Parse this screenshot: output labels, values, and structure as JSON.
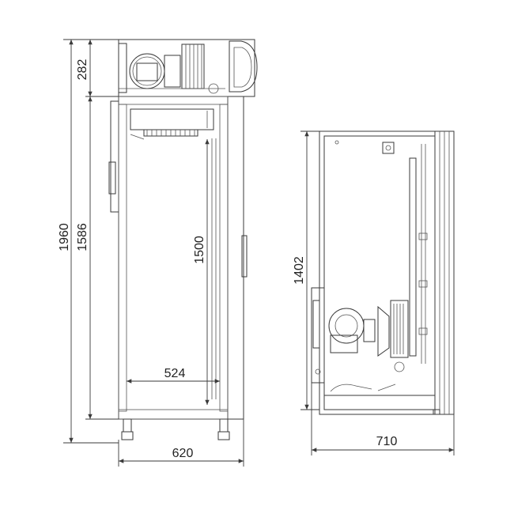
{
  "dimensions": {
    "height_total": "1960",
    "height_top_unit": "282",
    "height_cabinet": "1586",
    "height_interior": "1500",
    "width_interior": "524",
    "width_front": "620",
    "height_side_opening": "1402",
    "depth_side": "710"
  },
  "colors": {
    "line": "#3a3a3a",
    "background": "#ffffff"
  }
}
